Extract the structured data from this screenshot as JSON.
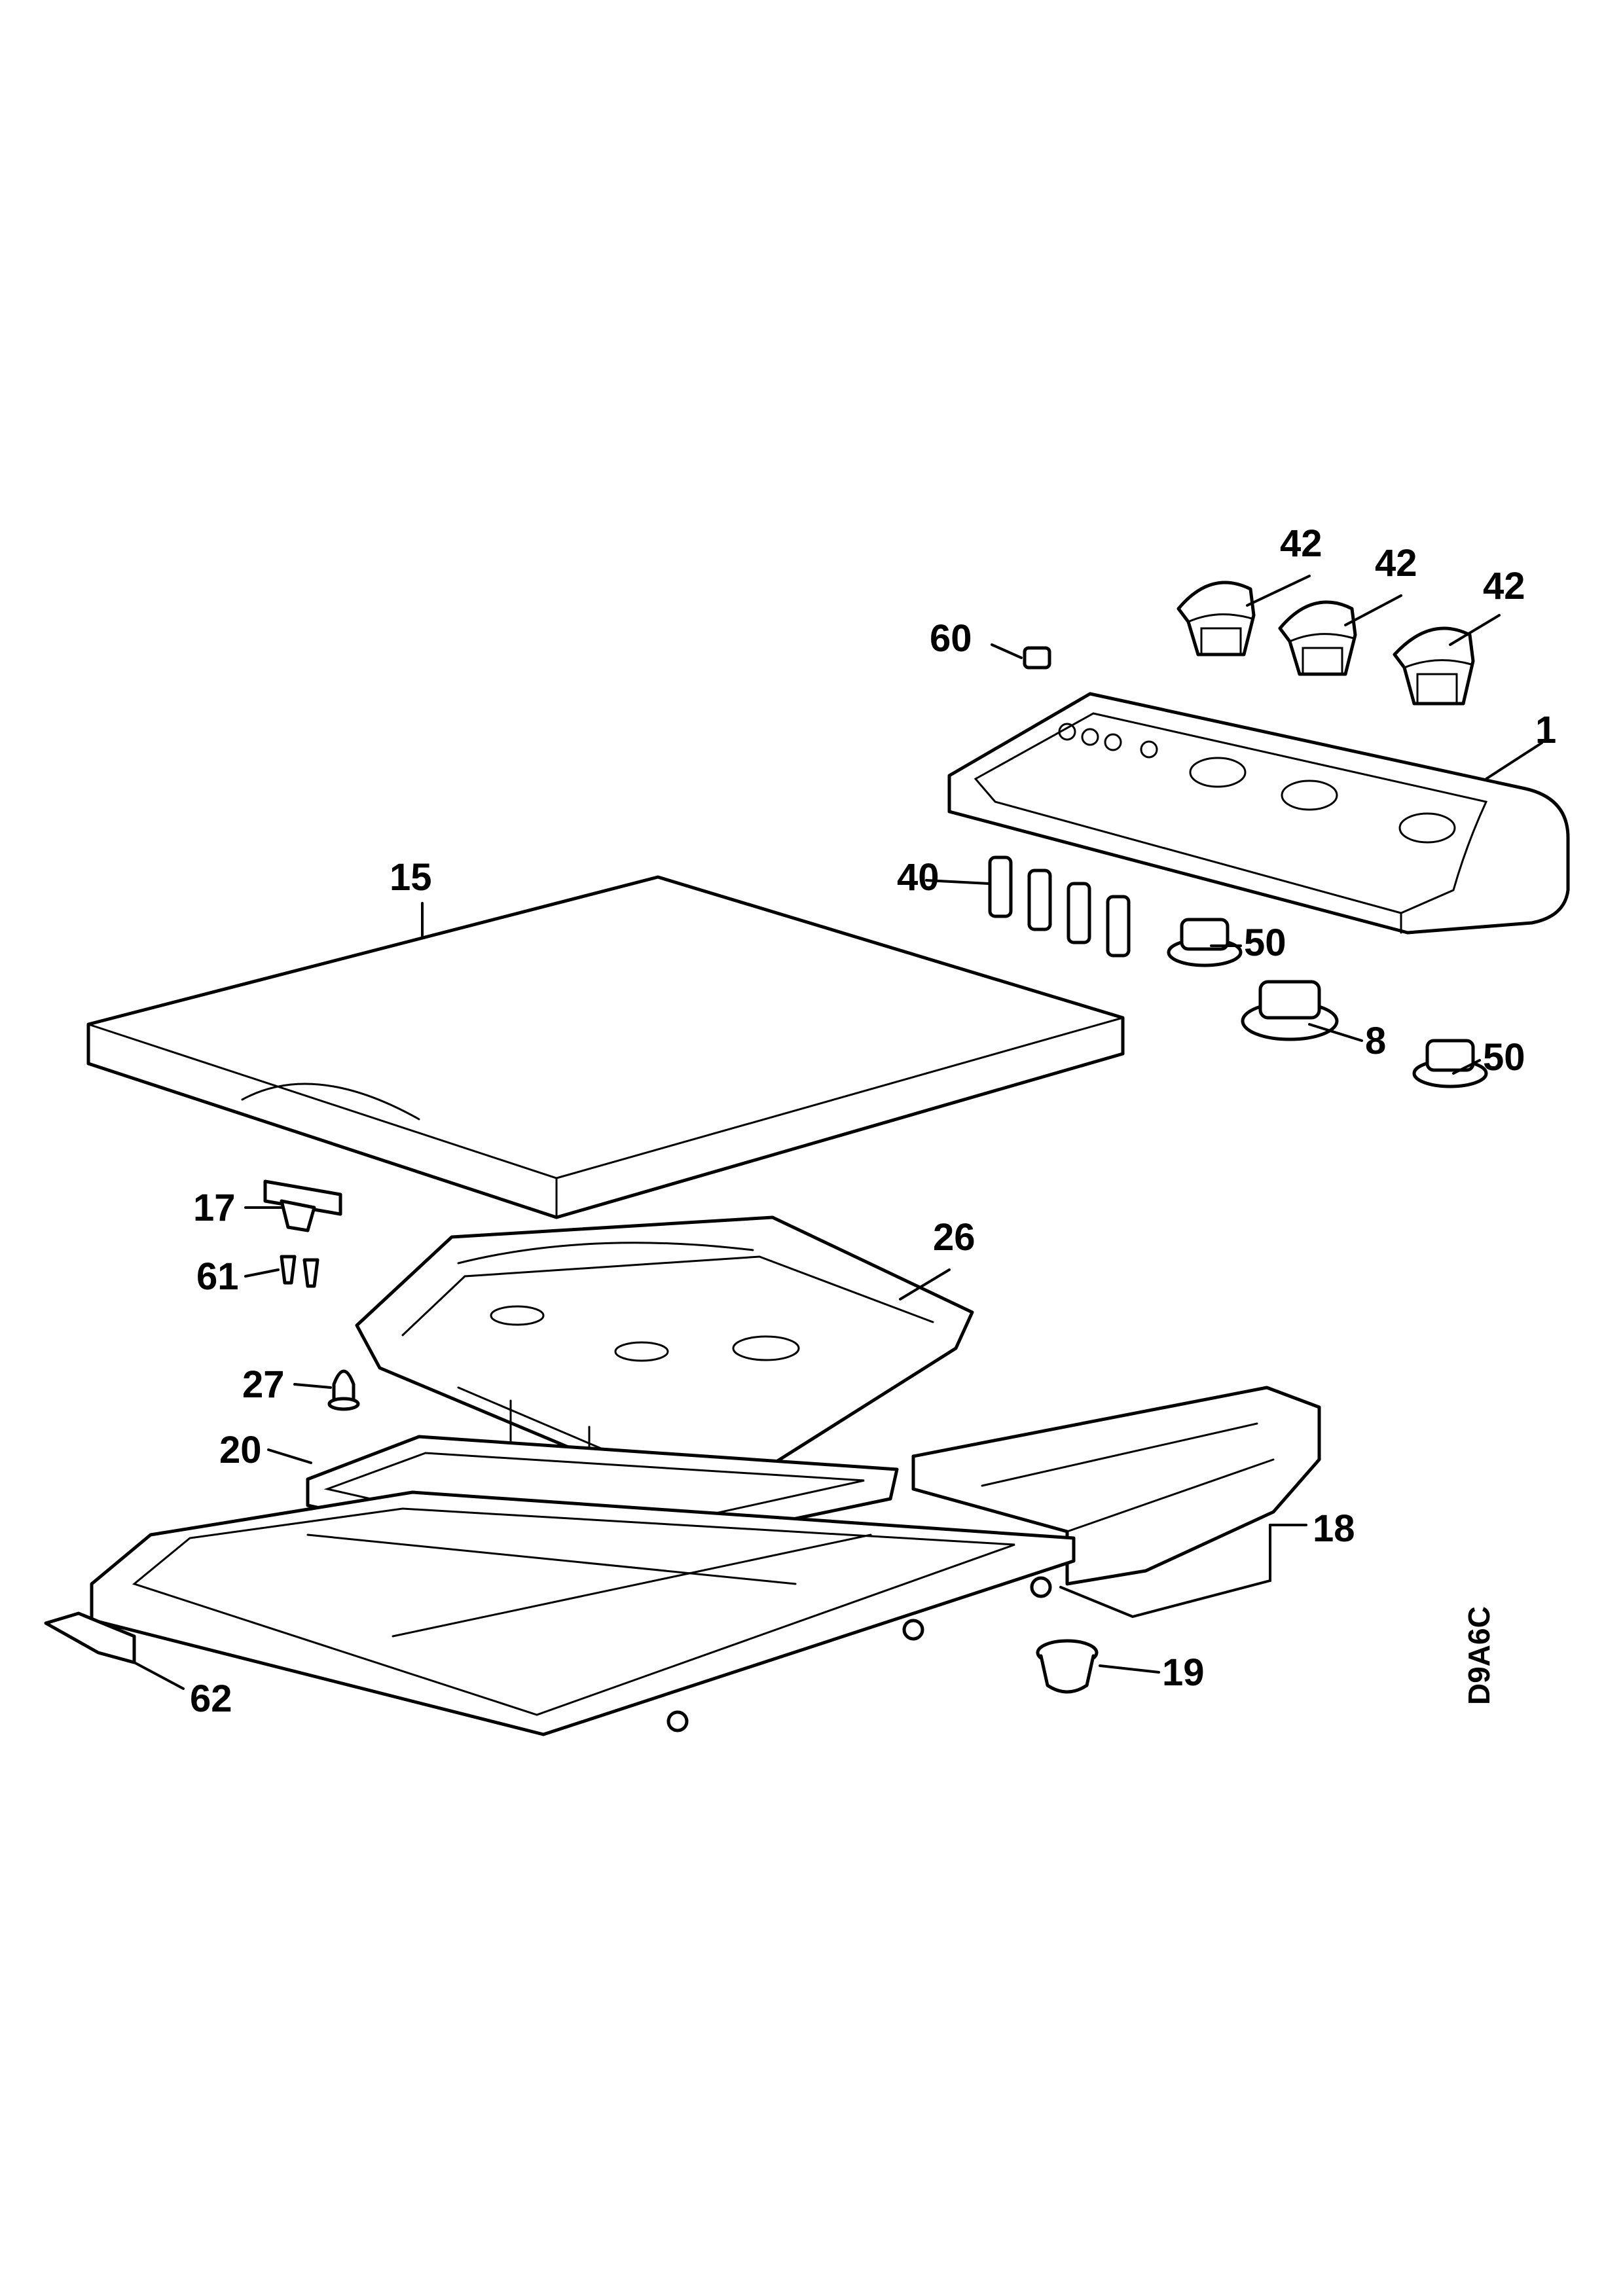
{
  "drawing_code": "D9A6C",
  "callouts": {
    "c42a": "42",
    "c42b": "42",
    "c42c": "42",
    "c60": "60",
    "c1": "1",
    "c15": "15",
    "c40": "40",
    "c50a": "50",
    "c8": "8",
    "c50b": "50",
    "c17": "17",
    "c61": "61",
    "c26": "26",
    "c27": "27",
    "c20": "20",
    "c18": "18",
    "c19": "19",
    "c62": "62"
  }
}
